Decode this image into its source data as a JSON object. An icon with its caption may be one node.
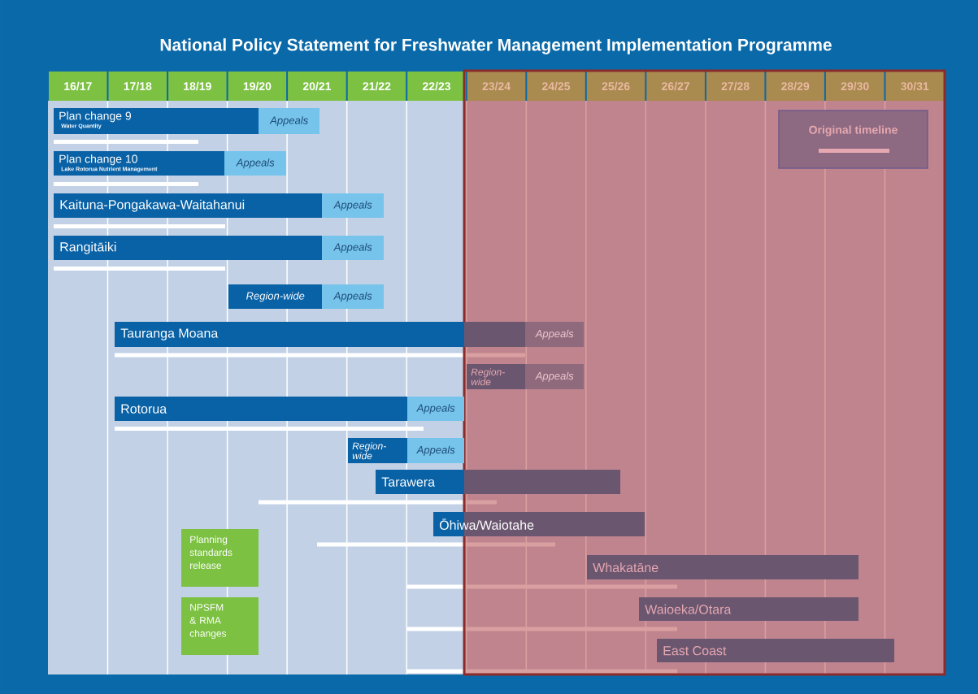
{
  "diagram": {
    "title": "National Policy Statement for Freshwater Management Implementation Programme",
    "nodes": [
      {
        "text": [
          "Plan change 9",
          "Water Quantity"
        ]
      },
      {
        "text": [
          "Appeals"
        ]
      },
      {
        "text": [
          "Plan change 10",
          "Lake Rotorua Nutrient Management"
        ]
      },
      {
        "text": [
          "Appeals"
        ]
      },
      {
        "text": [
          "Kaituna-Pongakawa-Waitahanui"
        ]
      },
      {
        "text": [
          "Appeals"
        ]
      },
      {
        "text": [
          "Rangitāiki"
        ]
      },
      {
        "text": [
          "Appeals"
        ]
      },
      {
        "text": [
          "Region-wide"
        ]
      },
      {
        "text": [
          "Appeals"
        ]
      },
      {
        "text": [
          "Tauranga Moana"
        ]
      },
      {
        "text": [
          "Appeals"
        ]
      },
      {
        "text": [
          "Region-wide"
        ]
      },
      {
        "text": [
          "Appeals"
        ]
      },
      {
        "text": [
          "Rotorua"
        ]
      },
      {
        "text": [
          "Appeals"
        ]
      },
      {
        "text": [
          "Region-wide"
        ]
      },
      {
        "text": [
          "Appeals"
        ]
      },
      {
        "text": [
          "Tarawera"
        ]
      },
      {
        "text": [
          "Ōhiwa/Waiotahe"
        ]
      },
      {
        "text": [
          "Planning standards release"
        ]
      },
      {
        "text": [
          "NPSFM & RMA changes"
        ]
      },
      {
        "text": [
          "Whakatāne"
        ]
      },
      {
        "text": [
          "Waioeka/Otara"
        ]
      },
      {
        "text": [
          "East Coast"
        ]
      }
    ],
    "labels": [
      "16/17",
      "17/18",
      "18/19",
      "19/20",
      "20/21",
      "21/22",
      "22/23",
      "23/24",
      "24/25",
      "25/26",
      "26/27",
      "27/28",
      "28/29",
      "29/30",
      "30/31"
    ],
    "legend": [
      {
        "text": "Original timeline"
      }
    ]
  }
}
